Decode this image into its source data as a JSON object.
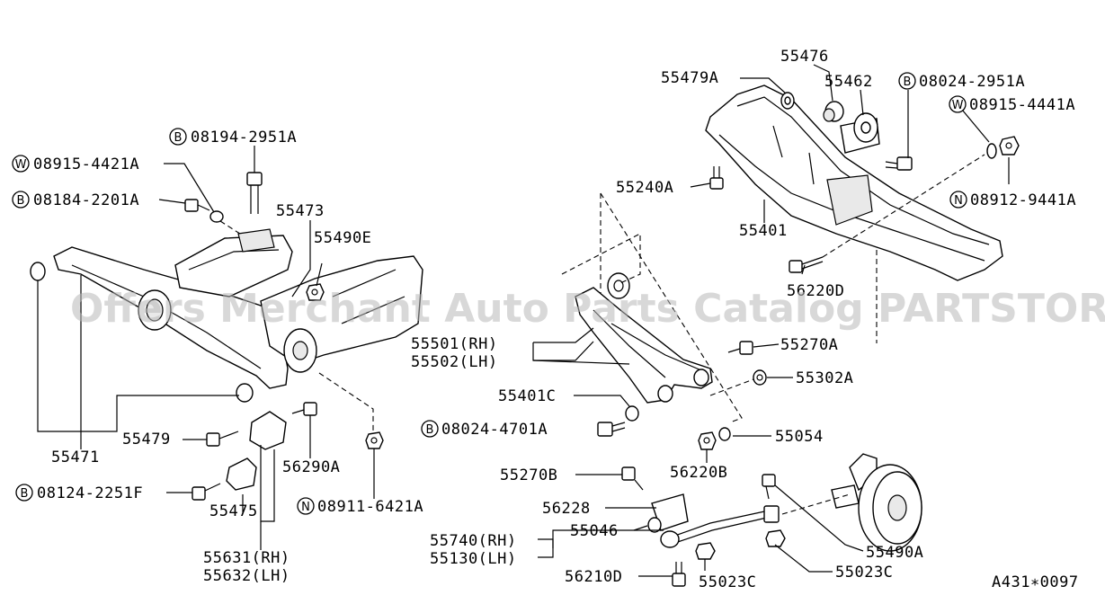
{
  "watermark": "Offers Merchant Auto Parts Catalog PARTSTORE.SA",
  "diagram_code": "A431∗0097",
  "callouts": {
    "p55476": "55476",
    "p55479A": "55479A",
    "p55462": "55462",
    "p08024_2951A": "08024-2951A",
    "p08915_4441A": "08915-4441A",
    "p55240A": "55240A",
    "p55401": "55401",
    "p08912_9441A": "08912-9441A",
    "p56220D": "56220D",
    "p55501": "55501(RH)",
    "p55502": "55502(LH)",
    "p55270A": "55270A",
    "p55302A": "55302A",
    "p55401C": "55401C",
    "p08024_4701A": "08024-4701A",
    "p55054": "55054",
    "p56220B": "56220B",
    "p55270B": "55270B",
    "p56228": "56228",
    "p55046": "55046",
    "p55740": "55740(RH)",
    "p55130": "55130(LH)",
    "p56210D": "56210D",
    "p55023C_a": "55023C",
    "p55023C_b": "55023C",
    "p55490A": "55490A",
    "p08194_2951A": "08194-2951A",
    "p08915_4421A": "08915-4421A",
    "p08184_2201A": "08184-2201A",
    "p55473": "55473",
    "p55490E": "55490E",
    "p55471": "55471",
    "p55479": "55479",
    "p56290A": "56290A",
    "p08124_2251F": "08124-2251F",
    "p55475": "55475",
    "p08911_6421A": "08911-6421A",
    "p55631": "55631(RH)",
    "p55632": "55632(LH)"
  },
  "prefix_symbols": {
    "bolt": "B",
    "washer": "W",
    "nut": "N"
  }
}
